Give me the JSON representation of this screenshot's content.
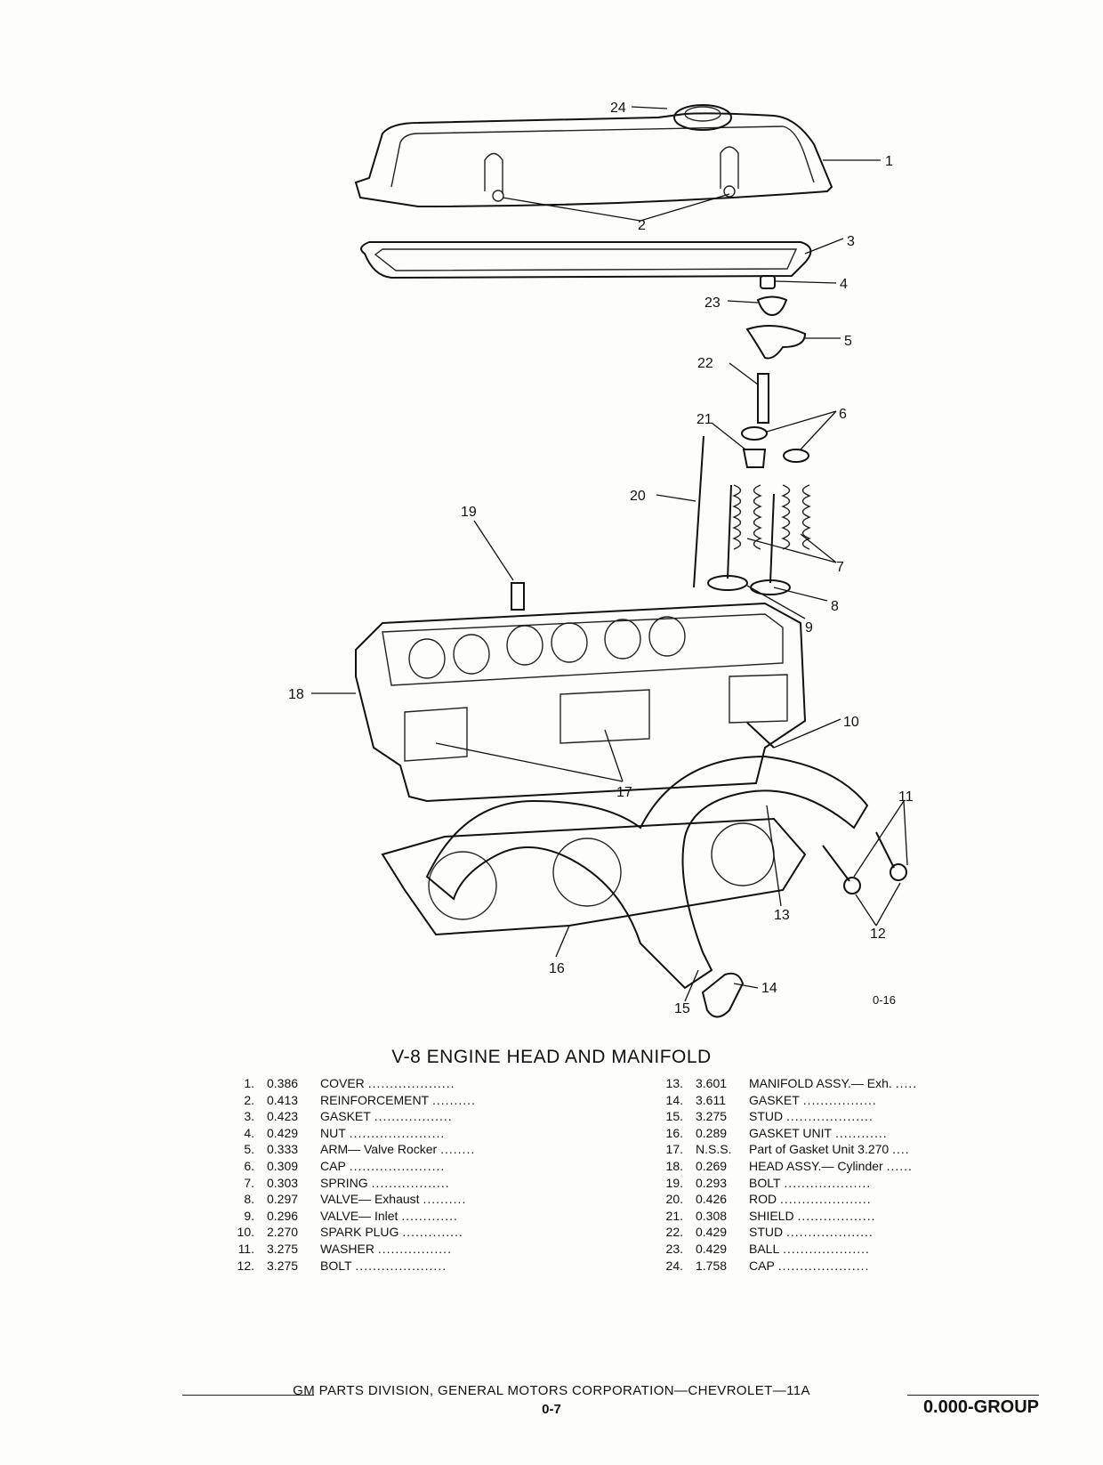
{
  "diagram": {
    "callouts": [
      "1",
      "2",
      "3",
      "4",
      "5",
      "6",
      "7",
      "8",
      "9",
      "10",
      "11",
      "12",
      "13",
      "14",
      "15",
      "16",
      "17",
      "18",
      "19",
      "20",
      "21",
      "22",
      "23",
      "24"
    ],
    "figure_code": "0-16"
  },
  "title": "V-8 ENGINE HEAD AND MANIFOLD",
  "parts_left": [
    {
      "no": "1.",
      "code": "0.386",
      "desc": "COVER",
      "dots": "...................."
    },
    {
      "no": "2.",
      "code": "0.413",
      "desc": "REINFORCEMENT",
      "dots": ".........."
    },
    {
      "no": "3.",
      "code": "0.423",
      "desc": "GASKET",
      "dots": ".................."
    },
    {
      "no": "4.",
      "code": "0.429",
      "desc": "NUT",
      "dots": "......................"
    },
    {
      "no": "5.",
      "code": "0.333",
      "desc": "ARM— Valve Rocker",
      "dots": "........"
    },
    {
      "no": "6.",
      "code": "0.309",
      "desc": "CAP",
      "dots": "......................"
    },
    {
      "no": "7.",
      "code": "0.303",
      "desc": "SPRING",
      "dots": ".................."
    },
    {
      "no": "8.",
      "code": "0.297",
      "desc": "VALVE— Exhaust",
      "dots": ".........."
    },
    {
      "no": "9.",
      "code": "0.296",
      "desc": "VALVE— Inlet",
      "dots": "............."
    },
    {
      "no": "10.",
      "code": "2.270",
      "desc": "SPARK PLUG",
      "dots": ".............."
    },
    {
      "no": "11.",
      "code": "3.275",
      "desc": "WASHER",
      "dots": "................."
    },
    {
      "no": "12.",
      "code": "3.275",
      "desc": "BOLT",
      "dots": "....................."
    }
  ],
  "parts_right": [
    {
      "no": "13.",
      "code": "3.601",
      "desc": "MANIFOLD ASSY.— Exh.",
      "dots": "....."
    },
    {
      "no": "14.",
      "code": "3.611",
      "desc": "GASKET",
      "dots": "................."
    },
    {
      "no": "15.",
      "code": "3.275",
      "desc": "STUD",
      "dots": "...................."
    },
    {
      "no": "16.",
      "code": "0.289",
      "desc": "GASKET UNIT",
      "dots": "............"
    },
    {
      "no": "17.",
      "code": "N.S.S.",
      "desc": "Part of Gasket Unit 3.270",
      "dots": "...."
    },
    {
      "no": "18.",
      "code": "0.269",
      "desc": "HEAD ASSY.— Cylinder",
      "dots": "......"
    },
    {
      "no": "19.",
      "code": "0.293",
      "desc": "BOLT",
      "dots": "...................."
    },
    {
      "no": "20.",
      "code": "0.426",
      "desc": "ROD",
      "dots": "....................."
    },
    {
      "no": "21.",
      "code": "0.308",
      "desc": "SHIELD",
      "dots": ".................."
    },
    {
      "no": "22.",
      "code": "0.429",
      "desc": "STUD",
      "dots": "...................."
    },
    {
      "no": "23.",
      "code": "0.429",
      "desc": "BALL",
      "dots": "...................."
    },
    {
      "no": "24.",
      "code": "1.758",
      "desc": "CAP",
      "dots": "....................."
    }
  ],
  "footer": {
    "division": "GM PARTS DIVISION, GENERAL MOTORS CORPORATION—CHEVROLET—11A",
    "page": "0-7",
    "group": "0.000-GROUP"
  }
}
